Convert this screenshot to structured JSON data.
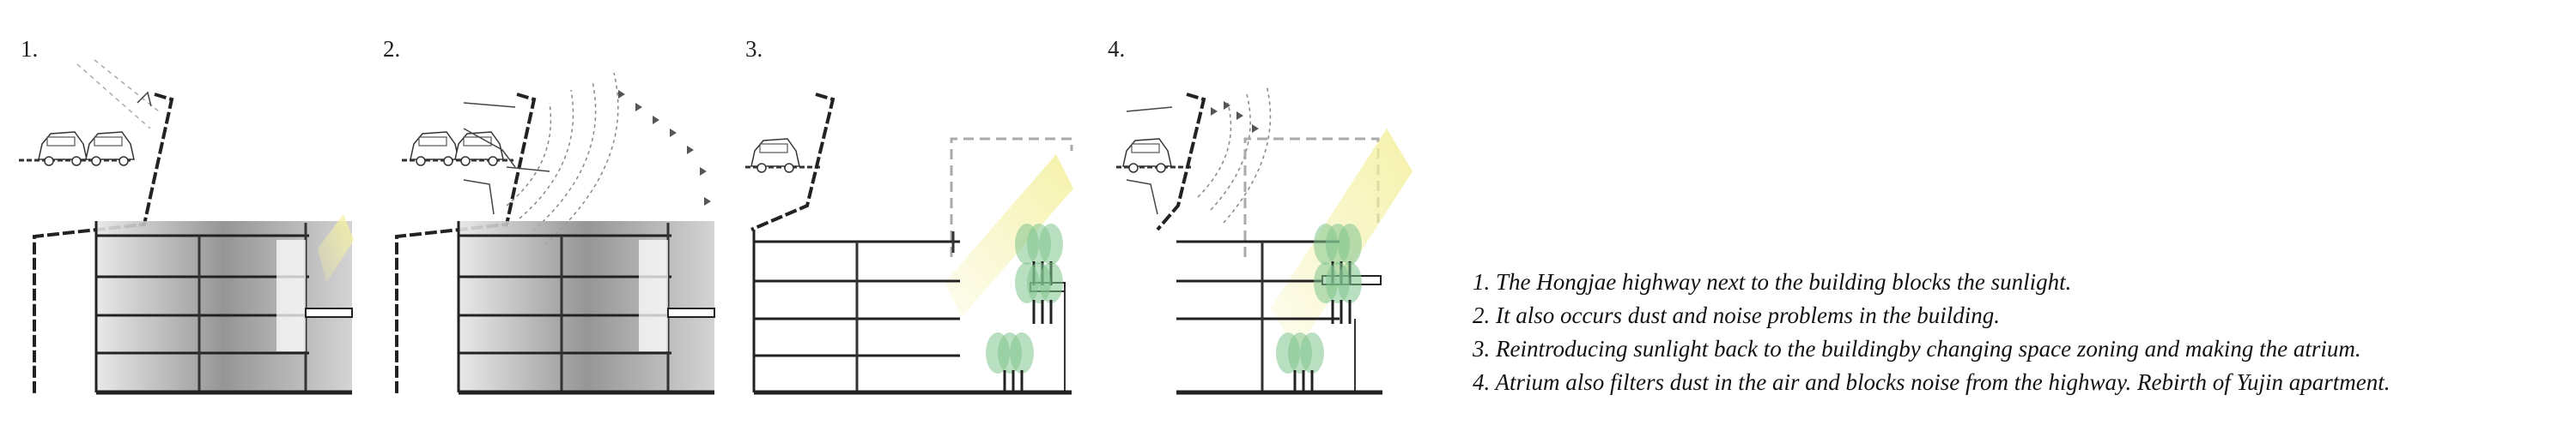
{
  "panels": [
    {
      "number": "1."
    },
    {
      "number": "2."
    },
    {
      "number": "3."
    },
    {
      "number": "4."
    }
  ],
  "captions": [
    "1. The Hongjae highway next to the building blocks the sunlight.",
    "2. It also occurs dust and noise problems in the building.",
    "3. Reintroducing sunlight back to the buildingby changing space zoning and making the atrium.",
    "4. Atrium also filters dust in the air and blocks noise from the highway. Rebirth of Yujin apartment."
  ],
  "colors": {
    "ink": "#222222",
    "sunlight": "#f4f0a0",
    "trees": "#7fc48e",
    "concrete": "#9a9a9a"
  }
}
